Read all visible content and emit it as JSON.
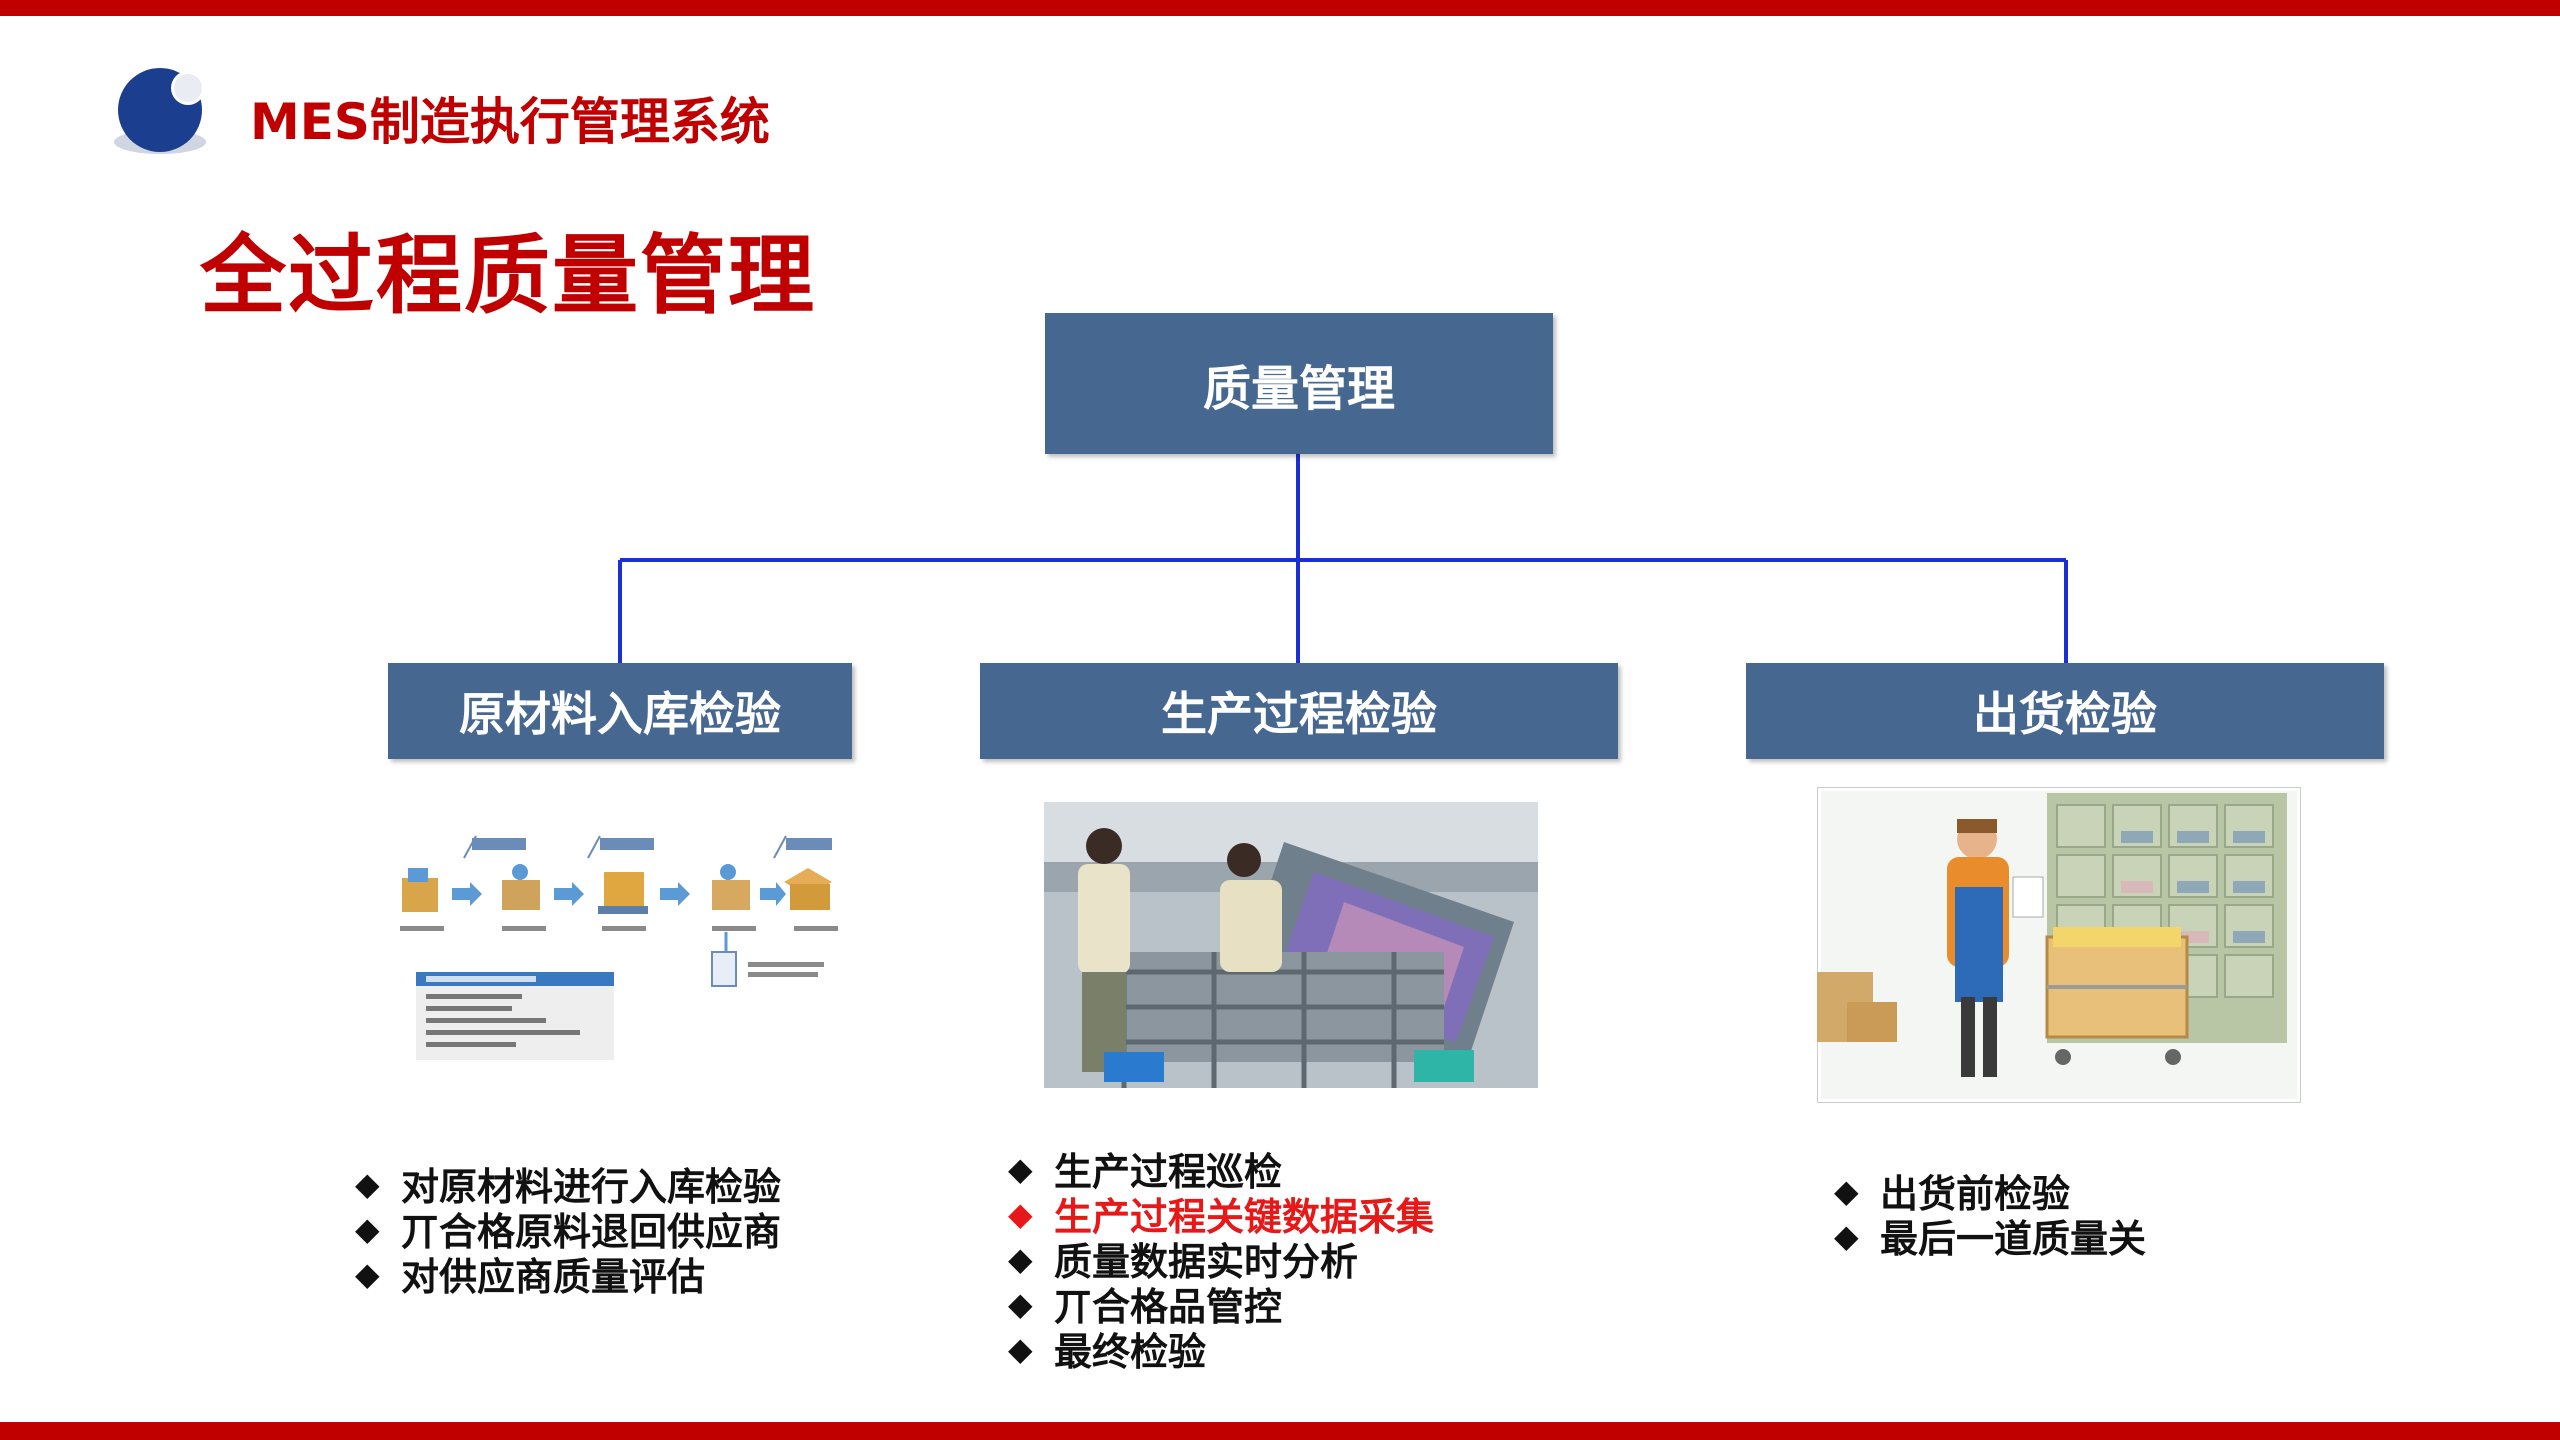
{
  "header": {
    "brand_title": "MES制造执行管理系统",
    "page_title": "全过程质量管理"
  },
  "tree": {
    "root": "质量管理",
    "children": [
      {
        "label": "原材料入库检验",
        "image": "material-inspection-flow-diagram",
        "bullets": [
          "对原材料进行入库检验",
          "丌合格原料退回供应商",
          "对供应商质量评估"
        ]
      },
      {
        "label": "生产过程检验",
        "image": "factory-workers-photo",
        "bullets": [
          "生产过程巡检",
          "生产过程关键数据采集",
          "质量数据实时分析",
          "丌合格品管控",
          "最终检验"
        ],
        "highlighted_bullet_index": 1
      },
      {
        "label": "出货检验",
        "image": "warehouse-worker-illustration",
        "bullets": [
          "出货前检验",
          "最后一道质量关"
        ]
      }
    ]
  },
  "bullet_symbol": "◆",
  "colors": {
    "accent_red": "#c00000",
    "box_blue": "#46678f",
    "connector_blue": "#1a2fd6",
    "highlight_red": "#e81818"
  }
}
